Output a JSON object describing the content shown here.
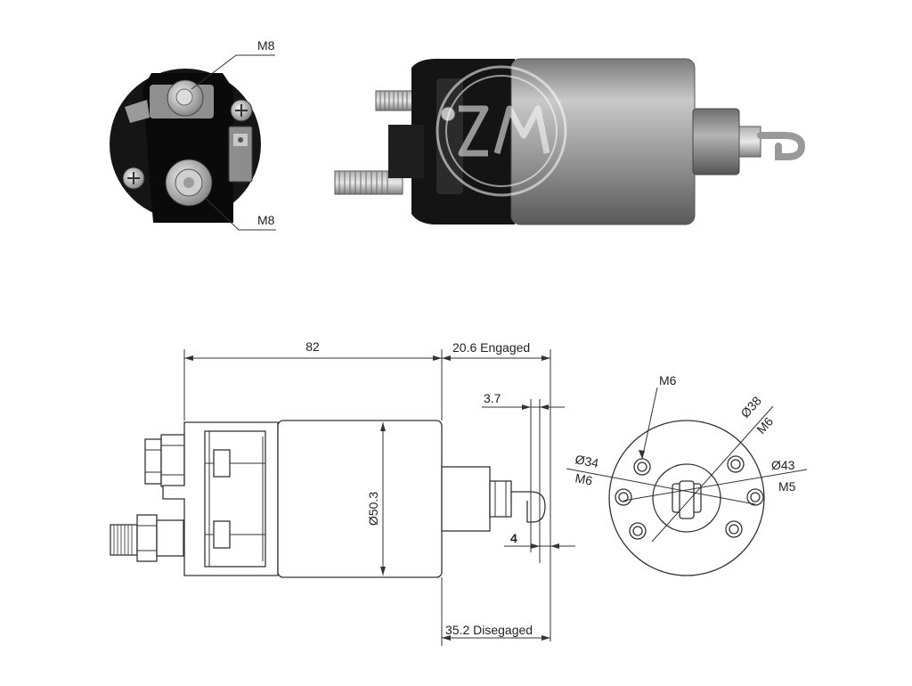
{
  "photos": {
    "end_view": {
      "top_terminal_label": "M8",
      "bottom_terminal_label": "M8"
    },
    "side_view": {
      "watermark_logo": "ZM"
    }
  },
  "drawing": {
    "side": {
      "length": "82",
      "engaged": "20.6 Engaged",
      "disengaged": "35.2 Disegaged",
      "diameter": "Ø50.3",
      "hook_offset": "3.7",
      "hook_gap": "4"
    },
    "end": {
      "top_hole": "M6",
      "d38": "Ø38",
      "m6_right": "M6",
      "d34": "Ø34",
      "m6_left": "M6",
      "d43": "Ø43",
      "m5": "M5"
    }
  }
}
